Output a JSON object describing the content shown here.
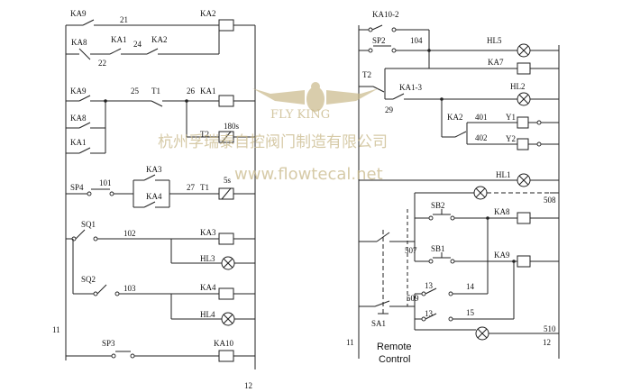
{
  "left_circuit": {
    "rail_left_label": "11",
    "rail_right_label": "12",
    "rows": {
      "r1": {
        "contact": "KA9",
        "wire": "21",
        "coil": "KA2"
      },
      "r2": {
        "contact_a": "KA8",
        "wire_a": "22",
        "contact_b": "KA1",
        "wire_b": "24",
        "contact_c": "KA2"
      },
      "r3": {
        "contact": "KA9",
        "wire_a": "25",
        "contact_t": "T1",
        "wire_b": "26",
        "coil": "KA1"
      },
      "r4": {
        "contact": "KA8",
        "coil": "T2",
        "delay": "180s"
      },
      "r5": {
        "contact": "KA1"
      },
      "r6": {
        "button": "SP4",
        "wire_a": "101",
        "contact_a": "KA3",
        "contact_b": "KA4",
        "wire_b": "27",
        "coil": "T1",
        "delay": "5s"
      },
      "r7": {
        "button": "SQ1",
        "wire": "102",
        "coil": "KA3",
        "lamp": "HL3"
      },
      "r8": {
        "button": "SQ2",
        "wire": "103",
        "coil": "KA4",
        "lamp": "HL4"
      },
      "r9": {
        "button": "SP3",
        "coil": "KA10"
      }
    }
  },
  "right_circuit": {
    "rail_left_label": "11",
    "rail_right_label": "12",
    "rows": {
      "a1": {
        "contact": "KA10-2"
      },
      "a2": {
        "button": "SP2",
        "wire": "104",
        "lamp": "HL5"
      },
      "a3": {
        "coil": "KA7"
      },
      "a4": {
        "contact_t": "T2",
        "contact": "KA1-3",
        "wire": "29",
        "lamp": "HL2"
      },
      "a5": {
        "wire": "401",
        "coil": "Y1"
      },
      "a6": {
        "contact": "KA2",
        "wire": "402",
        "coil": "Y2"
      },
      "a7": {
        "lamp": "HL1"
      },
      "a8": {
        "wire": "508"
      },
      "a9": {
        "button": "SB2",
        "coil": "KA8",
        "wire": "507"
      },
      "a10": {
        "button": "SB1",
        "coil": "KA9"
      },
      "a11": {
        "contact_a": "13",
        "wire_a": "14",
        "wire_b": "509"
      },
      "a12": {
        "switch": "SA1",
        "contact_a": "13",
        "wire_a": "15",
        "wire_b": "510"
      },
      "remote_label_line1": "Remote",
      "remote_label_line2": "Control"
    }
  },
  "watermark": {
    "brand": "FLY KING",
    "company": "杭州孚瑞泰自控阀门制造有限公司",
    "website": "www.flowtecal.net"
  },
  "colors": {
    "line": "#222222",
    "watermark": "#c9b98a"
  }
}
